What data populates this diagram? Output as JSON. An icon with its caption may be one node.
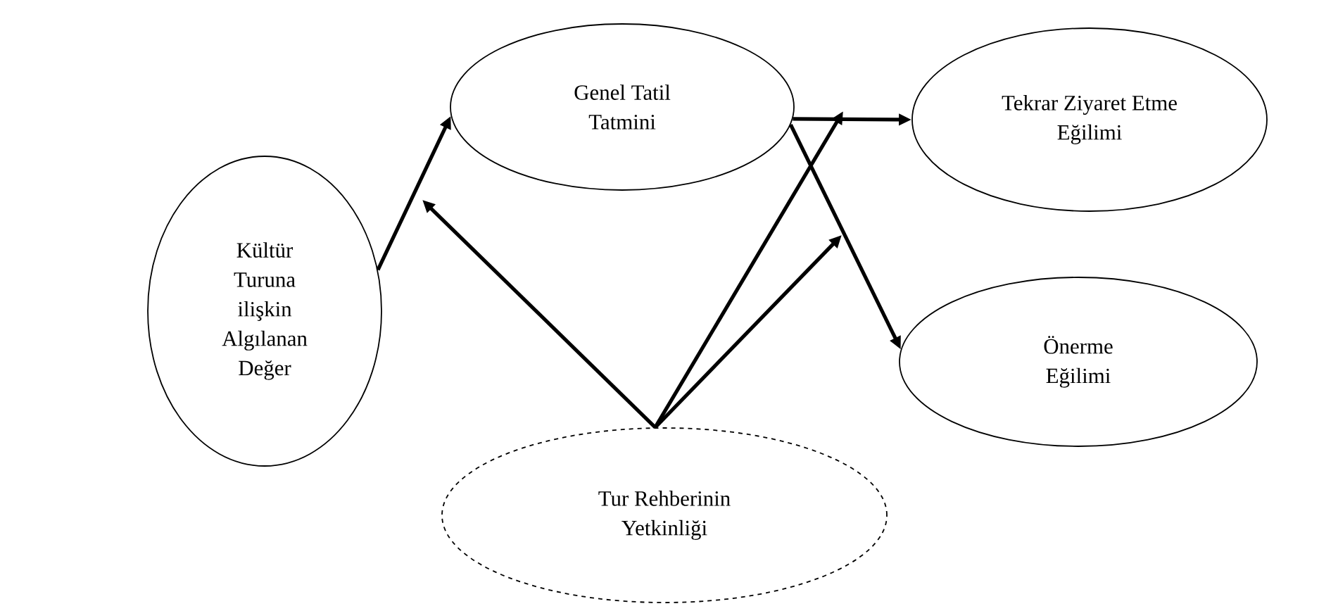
{
  "diagram": {
    "nodes": [
      {
        "text": [
          "Kültür Turuna ilişkin Algılanan Değer"
        ]
      },
      {
        "text": [
          "Genel Tatil Tatmini"
        ]
      },
      {
        "text": [
          "Tekrar Ziyaret Etme Eğilimi"
        ]
      },
      {
        "text": [
          "Önerme Eğilimi"
        ]
      },
      {
        "text": [
          "Tur Rehberinin Yetkinliği"
        ]
      }
    ],
    "edges": [
      {
        "from": 0,
        "to": 1,
        "arrow": "to"
      },
      {
        "from": 1,
        "to": 2,
        "arrow": "to"
      },
      {
        "from": 1,
        "to": 3,
        "arrow": "to"
      },
      {
        "from": 4,
        "to": null,
        "arrow": "to"
      },
      {
        "from": 4,
        "to": null,
        "arrow": "to"
      },
      {
        "from": 4,
        "to": null,
        "arrow": "to"
      }
    ]
  }
}
